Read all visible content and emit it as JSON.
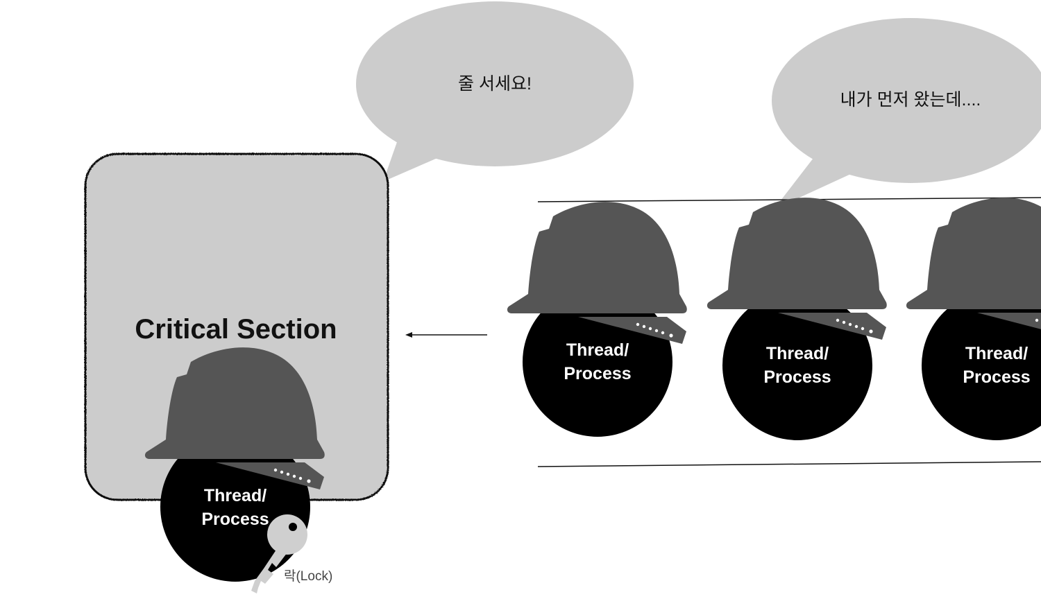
{
  "critical_section": {
    "label": "Critical Section"
  },
  "bubbles": {
    "left": {
      "text": "줄 서세요!"
    },
    "right": {
      "text": "내가 먼저 왔는데...."
    }
  },
  "workers": [
    {
      "line1": "Thread/",
      "line2": "Process",
      "role": "holding-lock"
    },
    {
      "line1": "Thread/",
      "line2": "Process",
      "role": "waiting"
    },
    {
      "line1": "Thread/",
      "line2": "Process",
      "role": "waiting"
    },
    {
      "line1": "Thread/",
      "line2": "Process",
      "role": "waiting"
    }
  ],
  "lock": {
    "label": "락(Lock)"
  },
  "colors": {
    "box_fill": "#cccccc",
    "bubble_fill": "#cccccc",
    "helmet": "#555555",
    "head": "#000000",
    "key": "#cfcfcf",
    "worker_text": "#ffffff"
  }
}
